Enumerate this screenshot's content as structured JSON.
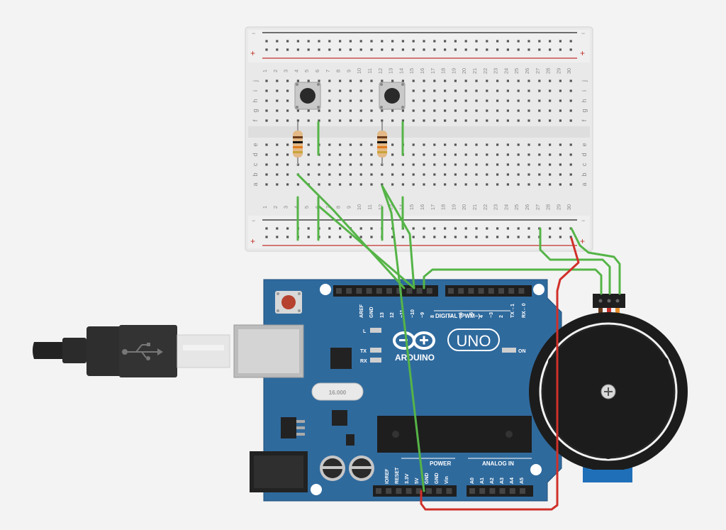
{
  "breadboard": {
    "rail_minus": "−",
    "rail_plus": "+",
    "row_letters_top": [
      "j",
      "i",
      "h",
      "g",
      "f"
    ],
    "row_letters_bottom": [
      "e",
      "d",
      "c",
      "b",
      "a"
    ],
    "column_count": 30
  },
  "arduino": {
    "brand": "ARDUINO",
    "model": "UNO",
    "digital_label": "DIGITAL (PWM~)",
    "power_label": "POWER",
    "analog_label": "ANALOG IN",
    "led_l": "L",
    "led_tx": "TX",
    "led_rx": "RX",
    "led_on": "ON",
    "crystal_text": "16.000",
    "digital_pins": [
      "AREF",
      "GND",
      "13",
      "12",
      "~11",
      "~10",
      "~9",
      "8",
      "7",
      "~6",
      "~5",
      "4",
      "~3",
      "2",
      "TX→1",
      "RX←0"
    ],
    "power_pins": [
      "IOREF",
      "RESET",
      "3.3V",
      "5V",
      "GND",
      "GND",
      "Vin"
    ],
    "analog_pins": [
      "A0",
      "A1",
      "A2",
      "A3",
      "A4",
      "A5"
    ]
  },
  "colors": {
    "wire_green": "#55b447",
    "wire_red": "#d0302a",
    "board_blue": "#2f6a9d",
    "breadboard_bg": "#e8e8e8"
  }
}
